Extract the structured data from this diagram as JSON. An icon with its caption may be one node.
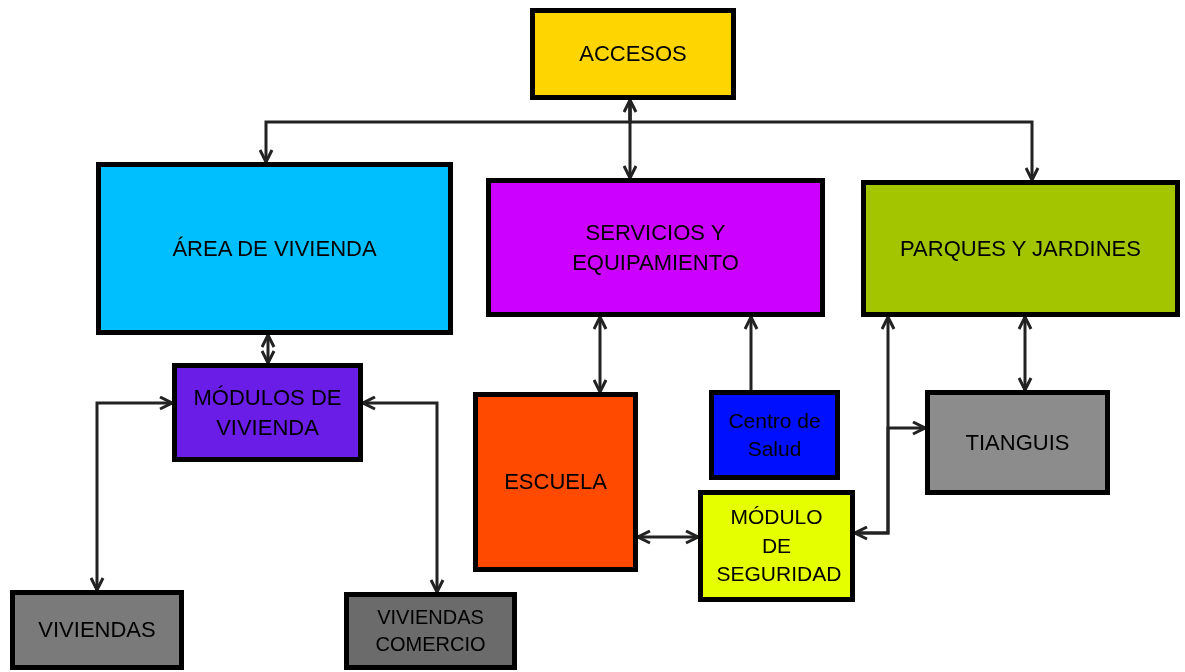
{
  "diagram": {
    "nodes": [
      {
        "text": [
          "ACCESOS"
        ]
      },
      {
        "text": [
          "ÁREA DE VIVIENDA"
        ]
      },
      {
        "text": [
          "SERVICIOS Y EQUIPAMIENTO"
        ]
      },
      {
        "text": [
          "PARQUES Y JARDINES"
        ]
      },
      {
        "text": [
          "MÓDULOS DE VIVIENDA"
        ]
      },
      {
        "text": [
          "ESCUELA"
        ]
      },
      {
        "text": [
          "Centro de Salud"
        ]
      },
      {
        "text": [
          "TIANGUIS"
        ]
      },
      {
        "text": [
          "MÓDULO DE SEGURIDAD"
        ]
      },
      {
        "text": [
          "VIVIENDAS"
        ]
      },
      {
        "text": [
          "VIVIENDAS COMERCIO"
        ]
      }
    ],
    "edges": [
      {
        "from": 0,
        "to": 1,
        "arrow": "to"
      },
      {
        "from": 0,
        "to": 2,
        "arrow": "both"
      },
      {
        "from": 0,
        "to": 3,
        "arrow": "to"
      },
      {
        "from": 1,
        "to": 4,
        "arrow": "both"
      },
      {
        "from": 4,
        "to": 9,
        "arrow": "both"
      },
      {
        "from": 4,
        "to": 10,
        "arrow": "both"
      },
      {
        "from": 2,
        "to": 5,
        "arrow": "both"
      },
      {
        "from": 6,
        "to": 2,
        "arrow": "to"
      },
      {
        "from": 5,
        "to": 8,
        "arrow": "both"
      },
      {
        "from": 8,
        "to": 3,
        "arrow": "both"
      },
      {
        "from": 8,
        "to": 7,
        "arrow": "to"
      },
      {
        "from": 3,
        "to": 7,
        "arrow": "both"
      }
    ]
  }
}
